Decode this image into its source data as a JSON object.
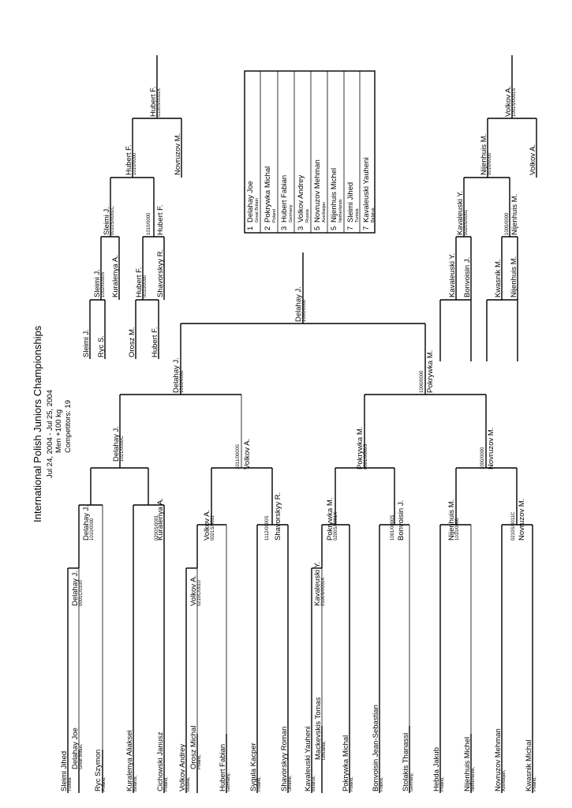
{
  "header": {
    "title": "International Polish Juniors Championships",
    "dates": "Jul 24, 2004 - Jul 25, 2004",
    "category": "Men +100 kg",
    "competitors": "Competitors: 19"
  },
  "pool": [
    {
      "name": "Sleimi Jihed",
      "country": "Tunisia"
    },
    {
      "name": "Delahay Joe",
      "country": "Great Britain,"
    },
    {
      "name": "Ryc Szymon",
      "country": "Poland,"
    },
    {
      "name": "Kuralenya Aliaksei",
      "country": "Belarus,"
    },
    {
      "name": "Cichowski Janusz",
      "country": "Poland,"
    },
    {
      "name": "Volkov Andrey",
      "country": "Russia,"
    },
    {
      "name": "Orosz Michal",
      "country": "Poland,"
    },
    {
      "name": "Hubert Fabian",
      "country": "Germany,"
    },
    {
      "name": "Sygula Kacper",
      "country": "Poland,"
    },
    {
      "name": "Shavorskyy Roman",
      "country": "Ukraine,"
    },
    {
      "name": "Kavaleuski Yauheni",
      "country": "Belarus,"
    },
    {
      "name": "Mackevskis Tomas",
      "country": "Lithuania,"
    },
    {
      "name": "Pokrywka Michal",
      "country": "Poland,"
    },
    {
      "name": "Bonvoisin Jean-Sebastian",
      "country": "France,"
    },
    {
      "name": "Stolakis Thanassi",
      "country": "Germany,"
    },
    {
      "name": "Hebda Jakub",
      "country": "Poland,"
    },
    {
      "name": "Nijenhuis Michel",
      "country": "Netherlands,"
    },
    {
      "name": "Novruzov Mehman",
      "country": "Azerbaijan,"
    },
    {
      "name": "Kwasnik Michal",
      "country": "Poland,"
    }
  ],
  "main_bracket": {
    "r1": [
      {
        "winner": "Delahay J.",
        "score": "0001C/0100"
      }
    ],
    "r2": [
      {
        "winner": "Delahay J.",
        "score": "1010/0000"
      },
      {
        "winner": "Kuralenya A.",
        "score": "0200S/0001"
      },
      {
        "winner": "Volkov A.",
        "score": "0210C/0010"
      },
      {
        "winner": "Shavorskyy R.",
        "score": "1112/0000S"
      },
      {
        "winner": "Kavaleuski Y.",
        "score": "0100S/0001K"
      },
      {
        "winner": "Bonvoisin J.",
        "score": "1001/0000S"
      },
      {
        "winner": "Nijenhuis M.",
        "score": "1010/0000"
      },
      {
        "winner": "Novruzov M.",
        "score": "0210S/0011C"
      }
    ],
    "r3": [
      {
        "winner": "Delahay J.",
        "score": "1021/0000C"
      },
      {
        "winner": "Volkov A.",
        "score": "0021S/0011"
      },
      {
        "winner": "Pokrywka M.",
        "score": "0200S/0001K"
      },
      {
        "winner": "Nijenhuis M.",
        "score": "1000/0000"
      }
    ],
    "r4": [
      {
        "winner": "Volkov A.",
        "score": "1011/0000S"
      },
      {
        "winner": "Pokrywka M.",
        "score": "0001/0000S"
      },
      {
        "winner": "Novruzov M.",
        "score": "1000/0000"
      }
    ],
    "r5": [
      {
        "winner": "Delahay J.",
        "score": "1010/0000"
      },
      {
        "winner": "Pokrywka M.",
        "score": "1000/0000"
      }
    ],
    "final": {
      "winner": "Delahay J.",
      "score": "1000/0000"
    }
  },
  "repechage_top": {
    "names": [
      "Sleimi J.",
      "Ryc S.",
      "Orosz M.",
      "Hubert F."
    ],
    "r1": [
      {
        "winner": "Sleimi J.",
        "score": "1002/0000S"
      },
      {
        "winner": "Hubert F.",
        "score": "0010/0000"
      }
    ],
    "r2": [
      {
        "winner": "Kuralenya A.",
        "score": ""
      },
      {
        "winner": "Shavorskyy R.",
        "score": ""
      }
    ],
    "r3": [
      {
        "winner": "Sleimi J.",
        "score": "0010S/0001C"
      },
      {
        "winner": "Hubert F.",
        "score": "1010/0000"
      }
    ],
    "r4": [
      {
        "winner": "Hubert F.",
        "score": "1010/0000"
      },
      {
        "winner": "Novruzov M.",
        "score": ""
      }
    ],
    "final": {
      "winner": "Hubert F.",
      "score": "0100S/0001K"
    }
  },
  "repechage_bottom": {
    "r1": [
      {
        "winner": "Kavaleuski Y.",
        "score": ""
      },
      {
        "winner": "Bonvoisin J.",
        "score": ""
      },
      {
        "winner": "Kwasnik M.",
        "score": ""
      },
      {
        "winner": "Nijenhuis M.",
        "score": ""
      }
    ],
    "r2": [
      {
        "winner": "Kavaleuski Y.",
        "score": "0020S/0001"
      },
      {
        "winner": "Nijenhuis M.",
        "score": "1000/0000"
      }
    ],
    "r3": [
      {
        "winner": "Nijenhuis M.",
        "score": "0010/0000"
      },
      {
        "winner": "Volkov A.",
        "score": ""
      }
    ],
    "final": {
      "winner": "Volkov A.",
      "score": "1001S/0001S"
    }
  },
  "results": [
    {
      "place": "1",
      "name": "Delahay Joe",
      "country": "Great Britain"
    },
    {
      "place": "2",
      "name": "Pokrywka Michal",
      "country": "Poland"
    },
    {
      "place": "3",
      "name": "Hubert Fabian",
      "country": "Germany"
    },
    {
      "place": "3",
      "name": "Volkov Andrey",
      "country": "Russia"
    },
    {
      "place": "5",
      "name": "Novruzov Mehman",
      "country": "Azerbaijan"
    },
    {
      "place": "5",
      "name": "Nijenhuis Michel",
      "country": "Netherlands"
    },
    {
      "place": "7",
      "name": "Sleimi Jihed",
      "country": "Tunisia"
    },
    {
      "place": "7",
      "name": "Kavaleuski Yauheni",
      "country": "Belarus"
    }
  ]
}
